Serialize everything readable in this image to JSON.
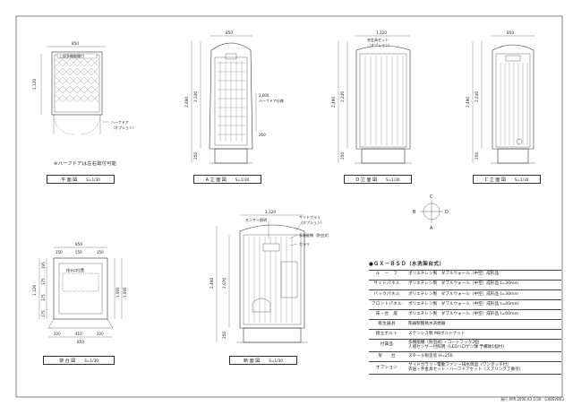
{
  "views": {
    "plan": {
      "title": "平 面 図",
      "scale": "S=1/30",
      "width_dim": "850",
      "depth_dim": "1,120",
      "label_top": "上部多機能棚付",
      "half_door": "ハーフドア\n（オプション）"
    },
    "a_elev": {
      "title": "A 立 面 図",
      "scale": "S=1/30",
      "width_dim": "850",
      "height_total": "2,490",
      "height_body": "2,240",
      "base_dim": "250",
      "door_height": "2,000",
      "door_label": "ハーフドア仕様",
      "mid_dim": "260"
    },
    "d_elev": {
      "title": "D 立 面 図",
      "scale": "S=1/30",
      "width_dim": "1,120",
      "height_total": "2,490",
      "height_body": "2,240",
      "base_dim": "250",
      "label_top": "衣金具セット\n（オプション）"
    },
    "c_elev": {
      "title": "C 立 面 図",
      "scale": "S=1/30",
      "width_dim": "850",
      "height_total": "2,490",
      "height_body": "2,240",
      "base_dim": "250"
    },
    "section": {
      "title": "断 面 図",
      "scale": "S=1/30",
      "width_dim": "1,120",
      "height_total": "2,490",
      "height_inner": "2,070",
      "base_dim": "250",
      "label_sensor": "センサー照明",
      "label_side_guard": "サイドガラリ\n（オプション）",
      "label_shelf": "多機能棚（防虫式）",
      "label_garari": "ガラリ"
    },
    "base": {
      "title": "架 台 図",
      "scale": "S=1/30",
      "dims_top": [
        "850",
        "150",
        "550",
        "150"
      ],
      "dims_bottom": [
        "220",
        "410",
        "220"
      ],
      "total_bottom": "850",
      "left_dims": [
        "195",
        "375",
        "375",
        "175"
      ],
      "left_total": "1,120",
      "right_dims": [
        "1,093",
        "1,095"
      ],
      "label": "排水口位置"
    }
  },
  "note": "※ハーフドアは左右取付可能",
  "compass": {
    "top": "C",
    "bottom": "A",
    "left": "B",
    "right": "D"
  },
  "spec": {
    "title": "●ＧＸ－ＢＳＤ（水洗架台式）",
    "rows": [
      {
        "k": "ル　ー　フ",
        "v": "ポリエチレン製　ダブルウォール（中空）成形品"
      },
      {
        "k": "サイドパネル",
        "v": "ポリエチレン製　ダブルウォール（中空）成形品 t=30mm"
      },
      {
        "k": "バックパネル",
        "v": "ポリエチレン製　ダブルウォール（中空）成形品 t=30mm"
      },
      {
        "k": "フロントパネル",
        "v": "ポリエチレン製　ダブルウォール（中空）成形品 t=40mm"
      },
      {
        "k": "床・台　座",
        "v": "ポリエチレン製　ダブルウォール（中空）成形品 t=60mm"
      },
      {
        "k": "衛生器具",
        "v": "陶器製簡易水洗便器"
      },
      {
        "k": "組立ボルト",
        "v": "ステンレス製 M8ボルトナット"
      },
      {
        "k": "付属品",
        "v": "多機能棚（防虫式）・コートフック2個\n人感センサー付照明（LEDハロゲン球 予備球1個付）"
      },
      {
        "k": "架　　台",
        "v": "スチール製塗装 H=250"
      },
      {
        "k": "オプション",
        "v": "サイドガラリ・電動ファン・排水目皿（ワンタッチ付）\n衣送・手金具セット・ハーフドアセット（スプリング丁番付）"
      }
    ]
  },
  "footer": "発行 APR.2006.A3 1/30　GXBSVB03"
}
